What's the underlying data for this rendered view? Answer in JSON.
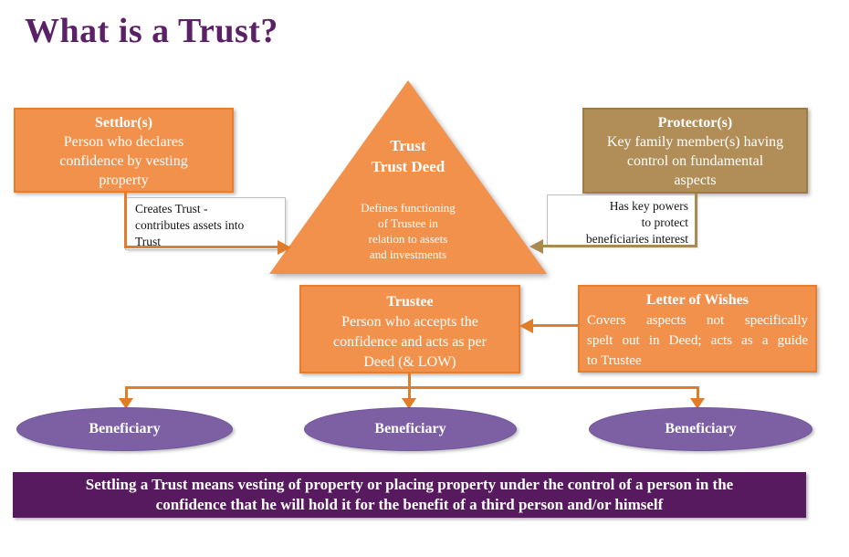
{
  "slide_title": "What is a Trust?",
  "colors": {
    "title_purple": "#5B2167",
    "orange_fill": "#F2914B",
    "orange_border": "#E67E2E",
    "orange_line": "#E07C2A",
    "tan_fill": "#B18E58",
    "tan_line": "#A98A52",
    "ellipse_purple": "#7D60A4",
    "banner_purple": "#581A5F"
  },
  "nodes": {
    "settlor": {
      "heading": "Settlor(s)",
      "body_lines": [
        "Person who declares",
        "confidence by vesting",
        "property"
      ]
    },
    "trust": {
      "heading_lines": [
        "Trust",
        "Trust Deed"
      ],
      "body_lines": [
        "Defines functioning",
        "of Trustee in",
        "relation to assets",
        "and investments"
      ]
    },
    "protector": {
      "heading": "Protector(s)",
      "body_lines": [
        "Key family member(s) having",
        "control on fundamental",
        "aspects"
      ]
    },
    "trustee": {
      "heading": "Trustee",
      "body_lines": [
        "Person who accepts the",
        "confidence and acts as per",
        "Deed (& LOW)"
      ]
    },
    "letter_of_wishes": {
      "heading": "Letter of Wishes",
      "body_lines": [
        "Covers aspects not specifically",
        "spelt out in Deed; acts as a guide",
        "to Trustee"
      ]
    },
    "beneficiaries": [
      "Beneficiary",
      "Beneficiary",
      "Beneficiary"
    ]
  },
  "annotations": {
    "settlor_to_trust": {
      "lines": [
        "Creates Trust -",
        "contributes assets into",
        "Trust"
      ]
    },
    "protector_to_trust": {
      "lines": [
        "Has key powers",
        "to protect",
        "beneficiaries interest"
      ]
    }
  },
  "footer": {
    "lines": [
      "Settling a Trust means vesting of property or placing property under the control of a person in the",
      "confidence that he will hold it for the benefit of a third person and/or himself"
    ]
  }
}
